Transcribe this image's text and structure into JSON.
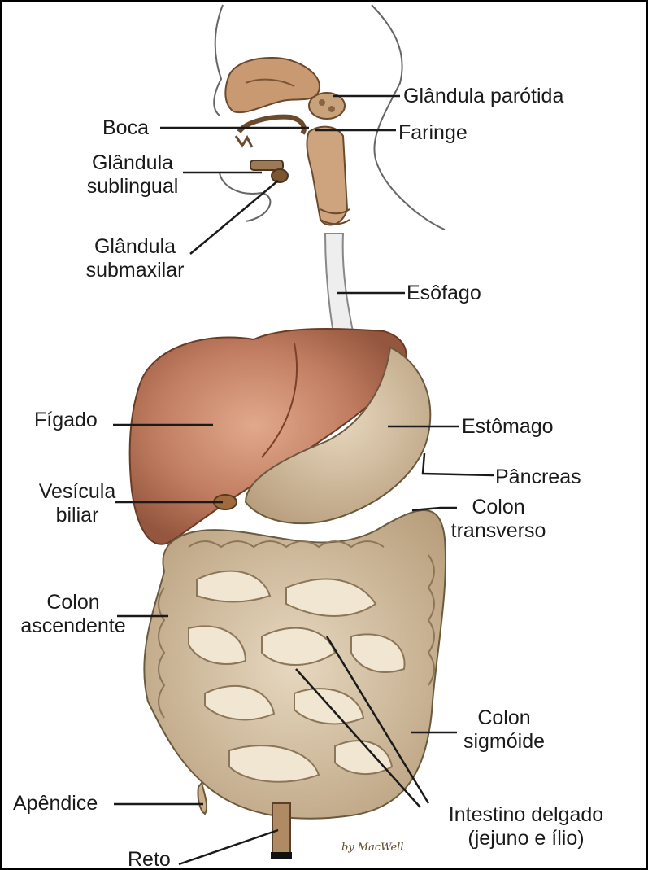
{
  "labels": {
    "parotida": "Glândula parótida",
    "boca": "Boca",
    "faringe": "Faringe",
    "sublingual_1": "Glândula",
    "sublingual_2": "sublingual",
    "submaxilar_1": "Glândula",
    "submaxilar_2": "submaxilar",
    "esofago": "Esôfago",
    "figado": "Fígado",
    "estomago": "Estômago",
    "pancreas": "Pâncreas",
    "vesicula_1": "Vesícula",
    "vesicula_2": "biliar",
    "colon_transverso_1": "Colon",
    "colon_transverso_2": "transverso",
    "colon_ascendente_1": "Colon",
    "colon_ascendente_2": "ascendente",
    "colon_sigmoide_1": "Colon",
    "colon_sigmoide_2": "sigmóide",
    "apendice": "Apêndice",
    "reto": "Reto",
    "intestino_1": "Intestino delgado",
    "intestino_2": "(jejuno e ílio)"
  },
  "signature": "by MacWell",
  "colors": {
    "liver": "#b9745a",
    "liver_light": "#d69a7e",
    "stomach": "#d9c3a4",
    "intestine": "#d6c2a2",
    "intestine_dark": "#9c8664",
    "line": "#1a1a1a",
    "outline": "#444444"
  }
}
